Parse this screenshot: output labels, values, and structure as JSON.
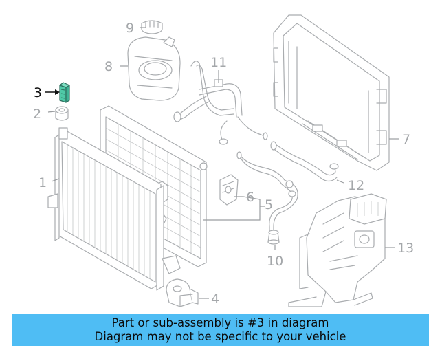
{
  "diagram": {
    "callouts": [
      {
        "number": "1"
      },
      {
        "number": "2"
      },
      {
        "number": "3",
        "highlighted": true
      },
      {
        "number": "4"
      },
      {
        "number": "5"
      },
      {
        "number": "6"
      },
      {
        "number": "7"
      },
      {
        "number": "8"
      },
      {
        "number": "9"
      },
      {
        "number": "10"
      },
      {
        "number": "11"
      },
      {
        "number": "12"
      },
      {
        "number": "13"
      }
    ],
    "colors": {
      "line_art": "#a9acaf",
      "label": "#a4a7aa",
      "highlight_part": "#4fc9a7",
      "highlight_label": "#111111"
    }
  },
  "banner": {
    "line1": "Part or sub-assembly is #3 in diagram",
    "line2": "Diagram may not be specific to your vehicle",
    "color": "#4fbdf4"
  }
}
